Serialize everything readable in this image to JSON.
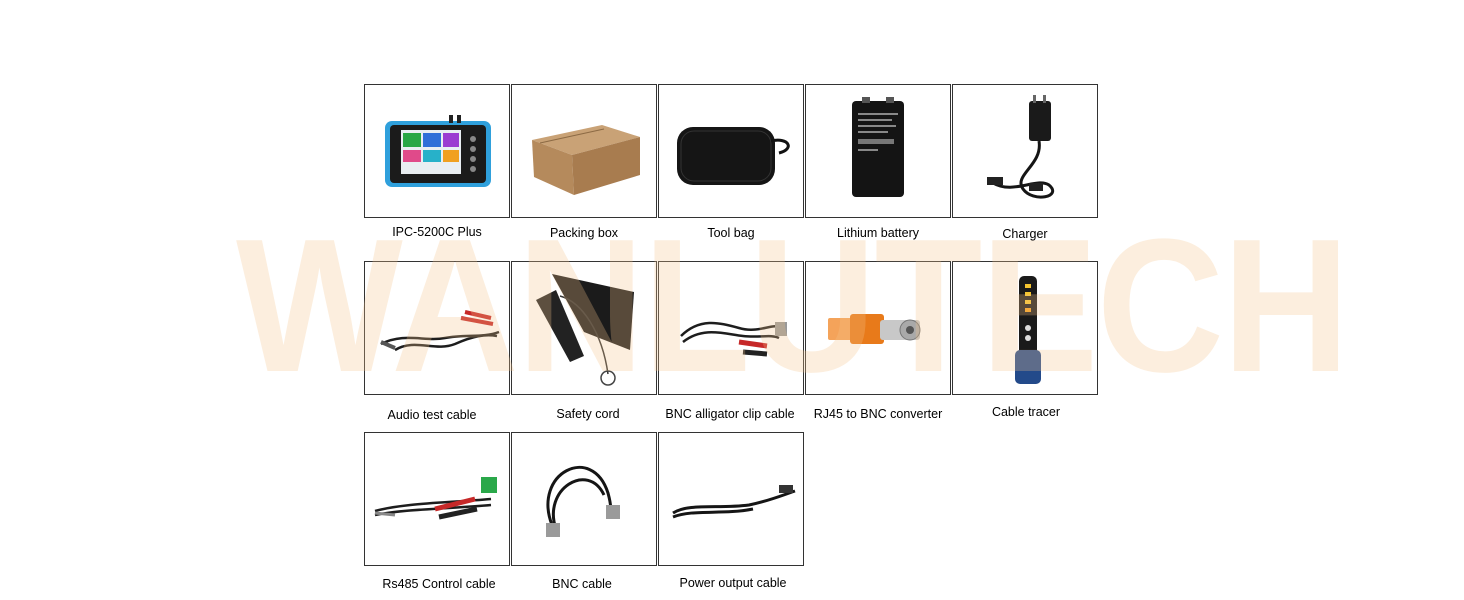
{
  "watermark": "WANLUTECH",
  "items": [
    {
      "label": "IPC-5200C Plus",
      "icon": "tester-device-icon"
    },
    {
      "label": "Packing box",
      "icon": "cardboard-box-icon"
    },
    {
      "label": "Tool bag",
      "icon": "tool-bag-icon"
    },
    {
      "label": "Lithium battery",
      "icon": "battery-icon"
    },
    {
      "label": "Charger",
      "icon": "charger-icon"
    },
    {
      "label": "Audio test cable",
      "icon": "audio-cable-icon"
    },
    {
      "label": "Safety cord",
      "icon": "safety-cord-icon"
    },
    {
      "label": "BNC alligator clip cable",
      "icon": "bnc-clip-cable-icon"
    },
    {
      "label": "RJ45 to BNC converter",
      "icon": "rj45-bnc-converter-icon"
    },
    {
      "label": "Cable tracer",
      "icon": "cable-tracer-icon"
    },
    {
      "label": "Rs485 Control cable",
      "icon": "rs485-cable-icon"
    },
    {
      "label": "BNC cable",
      "icon": "bnc-cable-icon"
    },
    {
      "label": "Power output cable",
      "icon": "power-cable-icon"
    }
  ]
}
